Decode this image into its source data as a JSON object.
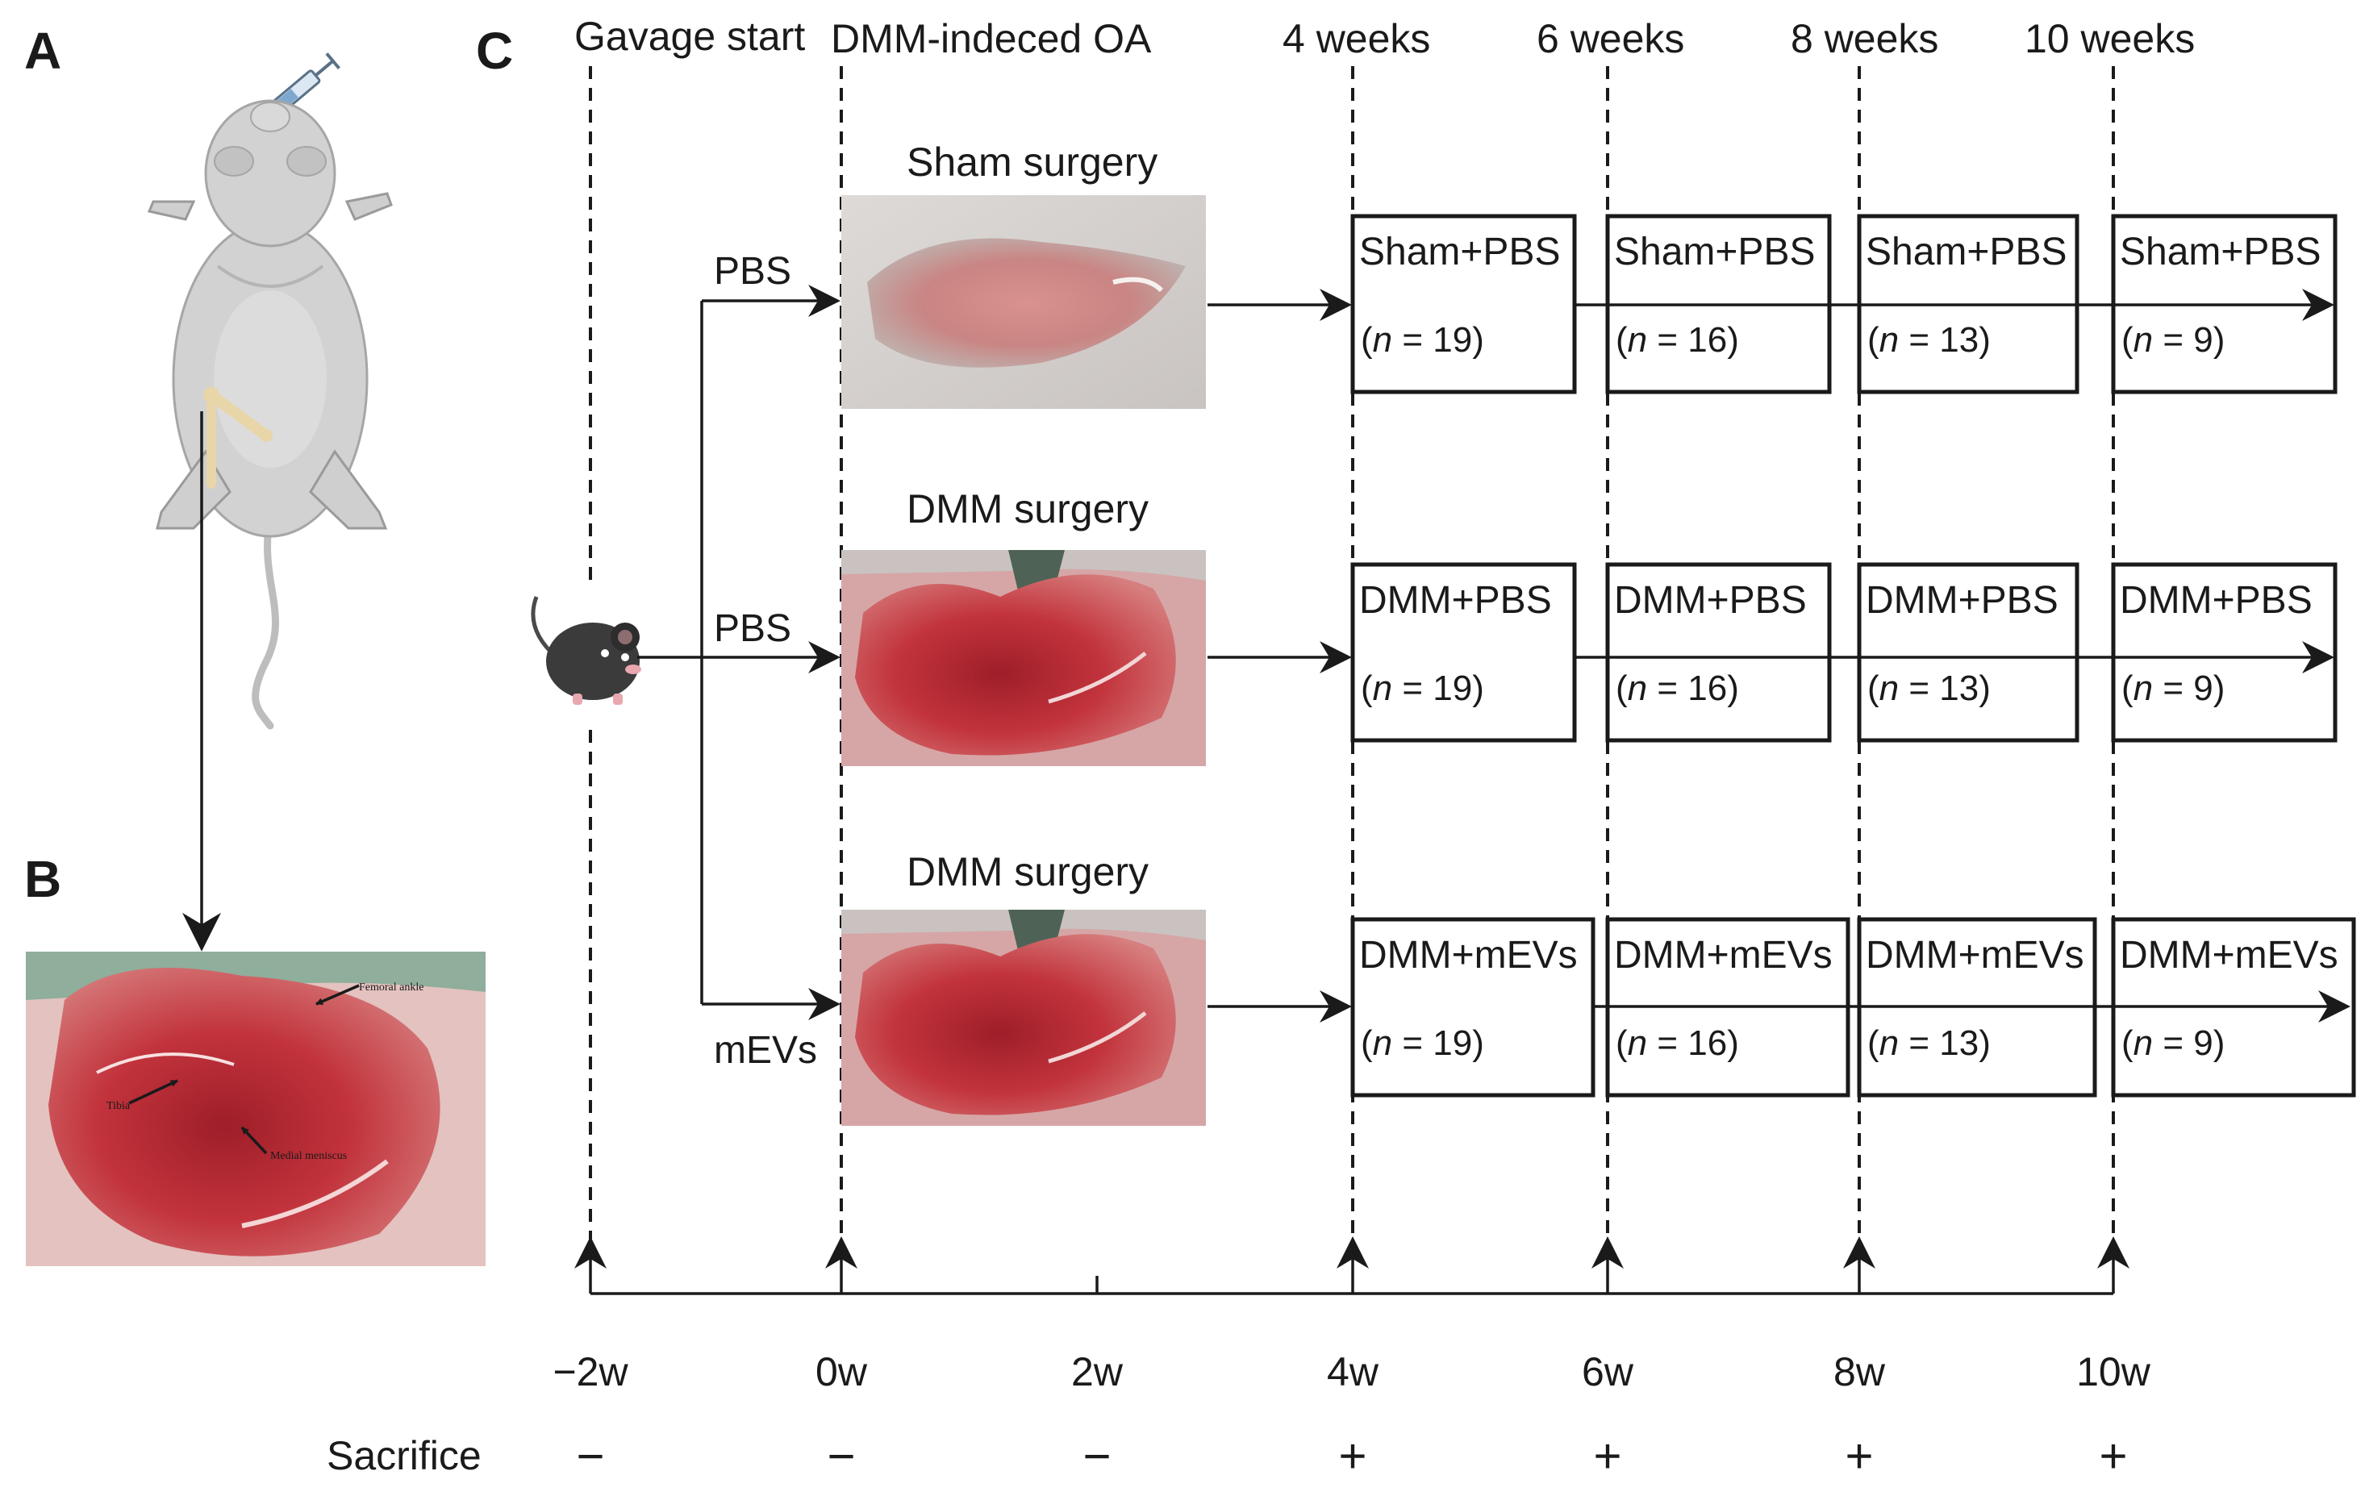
{
  "panels": {
    "a": "A",
    "b": "B",
    "c": "C"
  },
  "header": [
    "Gavage start",
    "DMM-indeced OA",
    "4 weeks",
    "6 weeks",
    "8 weeks",
    "10 weeks"
  ],
  "rows": [
    {
      "surgery": "Sham surgery",
      "treatment": "PBS",
      "boxes": [
        {
          "label": "Sham+PBS",
          "n": "19"
        },
        {
          "label": "Sham+PBS",
          "n": "16"
        },
        {
          "label": "Sham+PBS",
          "n": "13"
        },
        {
          "label": "Sham+PBS",
          "n": "9"
        }
      ]
    },
    {
      "surgery": "DMM surgery",
      "treatment": "PBS",
      "boxes": [
        {
          "label": "DMM+PBS",
          "n": "19"
        },
        {
          "label": "DMM+PBS",
          "n": "16"
        },
        {
          "label": "DMM+PBS",
          "n": "13"
        },
        {
          "label": "DMM+PBS",
          "n": "9"
        }
      ]
    },
    {
      "surgery": "DMM surgery",
      "treatment": "mEVs",
      "boxes": [
        {
          "label": "DMM+mEVs",
          "n": "19"
        },
        {
          "label": "DMM+mEVs",
          "n": "16"
        },
        {
          "label": "DMM+mEVs",
          "n": "13"
        },
        {
          "label": "DMM+mEVs",
          "n": "9"
        }
      ]
    }
  ],
  "n_prefix": "n",
  "n_equals": " = ",
  "timeline": {
    "ticks": [
      "−2w",
      "0w",
      "2w",
      "4w",
      "6w",
      "8w",
      "10w"
    ],
    "sacrifice_label": "Sacrifice",
    "sacrifice": [
      "−",
      "−",
      "−",
      "+",
      "+",
      "+",
      "+"
    ]
  },
  "photo_labels": [
    "Femoral ankle",
    "Tibia",
    "Medial meniscus"
  ],
  "colors": {
    "ink": "#1a1a1a",
    "tissue": "#b83a40",
    "tissue_light": "#e4a3a3",
    "skin": "#d9d5d2",
    "mouse_grey": "#cfcfcf",
    "bone": "#e8d6a8"
  }
}
